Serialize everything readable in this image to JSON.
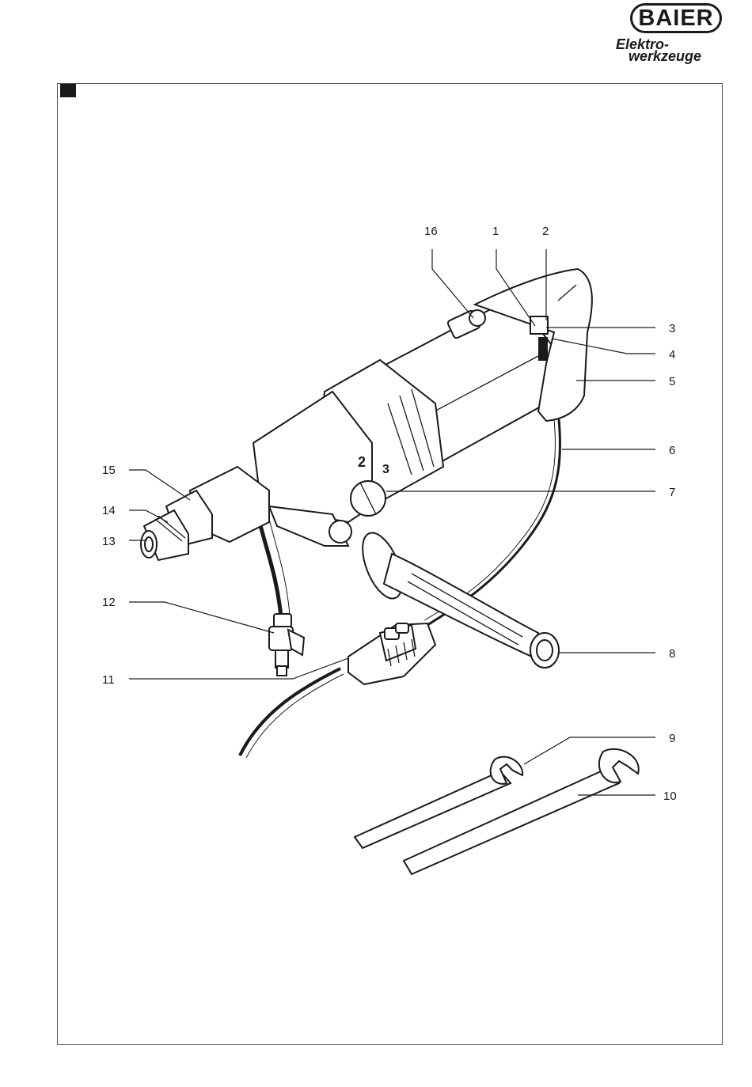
{
  "logo": {
    "brand": "BAIER",
    "line1": "Elektro-",
    "line2": "werkzeuge"
  },
  "callouts": [
    "16",
    "1",
    "2",
    "3",
    "4",
    "5",
    "6",
    "7",
    "15",
    "14",
    "13",
    "12",
    "8",
    "11",
    "9",
    "10"
  ]
}
